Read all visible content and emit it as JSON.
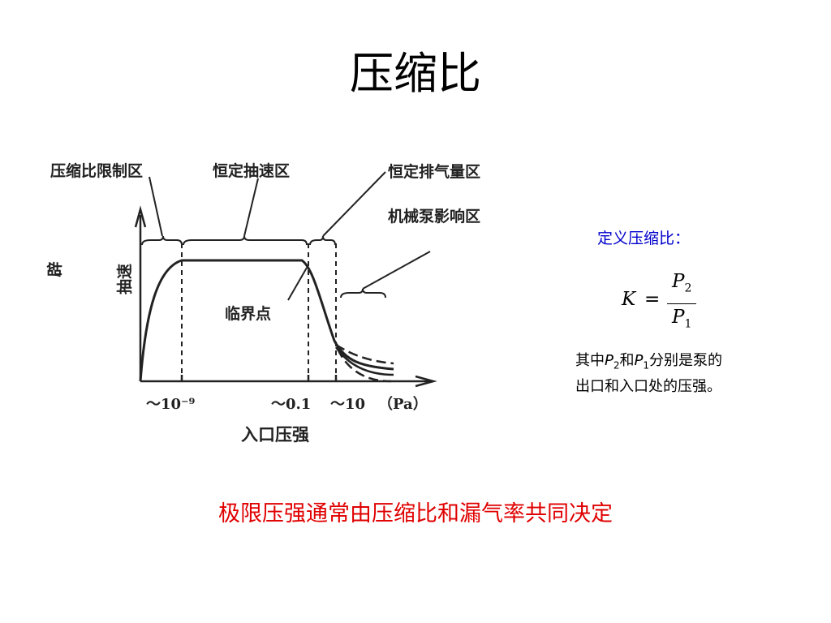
{
  "slide": {
    "title": "压缩比"
  },
  "figure": {
    "zone_labels": {
      "compression_limited": "压缩比限制区",
      "constant_speed": "恒定抽速区",
      "constant_throughput": "恒定排气量区",
      "mechanical_pump": "机械泵影响区"
    },
    "y_axis_label": "抽速",
    "critical_point": "临界点",
    "x_ticks": [
      "～10⁻⁹",
      "～0.1",
      "～10"
    ],
    "x_unit": "（Pa）",
    "x_axis_label": "入口压强",
    "edge_glyph": "辟"
  },
  "definition": {
    "title": "定义压缩比：",
    "formula": {
      "lhs": "K",
      "eq": "=",
      "num_var": "P",
      "num_sub": "2",
      "den_var": "P",
      "den_sub": "1"
    },
    "desc": {
      "t1": "其中",
      "v1": "P",
      "s1": "2",
      "t2": "和",
      "v2": "P",
      "s2": "1",
      "t3": "分别是泵的",
      "line2": "出口和入口处的压强。"
    }
  },
  "conclusion": "极限压强通常由压缩比和漏气率共同决定"
}
